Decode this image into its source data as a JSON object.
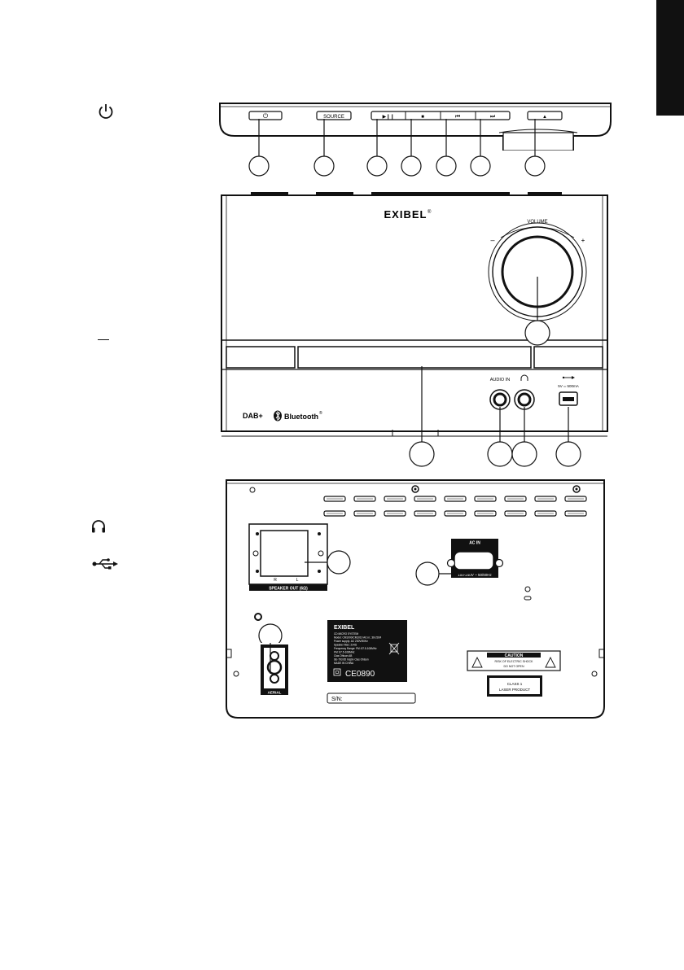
{
  "page": {
    "language_tab_color": "#111111",
    "legend_icons": [
      "power-icon",
      "overline-bar",
      "headphones-icon",
      "usb-icon"
    ]
  },
  "top_panel": {
    "buttons": [
      {
        "name": "power-button",
        "label": "⏻"
      },
      {
        "name": "source-button",
        "label": "SOURCE"
      },
      {
        "name": "play-pause-button",
        "label": "▶❙❙"
      },
      {
        "name": "stop-button",
        "label": "■"
      },
      {
        "name": "previous-button",
        "label": "⏮"
      },
      {
        "name": "next-button",
        "label": "⏭"
      },
      {
        "name": "eject-button",
        "label": "▲"
      }
    ]
  },
  "front_panel": {
    "brand": "EXIBEL",
    "brand_mark": "®",
    "volume_label": "VOLUME",
    "volume_minus": "–",
    "volume_plus": "+",
    "audio_in_label": "AUDIO IN",
    "usb_rating": "5V ═ 500mA",
    "dab_logo": "DAB+",
    "bluetooth_logo": "Bluetooth",
    "bluetooth_mark": "®"
  },
  "back_panel": {
    "speaker_out_label": "SPEAKER OUT (6Ω)",
    "speaker_r": "R",
    "speaker_l": "L",
    "ac_in_label": "AC IN",
    "ac_rating": "100-240V ~ 50/60Hz",
    "aerial_label": "AERIAL",
    "rating_label": {
      "brand": "EXIBEL",
      "lines": [
        "CD MICRO SYSTEM",
        "Model: CM1000/CM1010    Art.nr.: 38-2924",
        "Power supply: AC 230V/50Hz",
        "Speaker Max: 2x4Ω",
        "Frequency Range: FM: 87.5-108MHz",
        "FM: 87.5-108MHz",
        "Clas Ohlson AB",
        "SE-793 85 Insjön Clas Ohlson",
        "MADE IN CHINA"
      ],
      "ce_mark": "CE0890"
    },
    "caution": {
      "title": "CAUTION",
      "line1": "RISK OF ELECTRIC SHOCK",
      "line2": "DO NOT OPEN"
    },
    "laser": {
      "line1": "CLASS 1",
      "line2": "LASER PRODUCT"
    },
    "serial_label": "S/N:"
  }
}
